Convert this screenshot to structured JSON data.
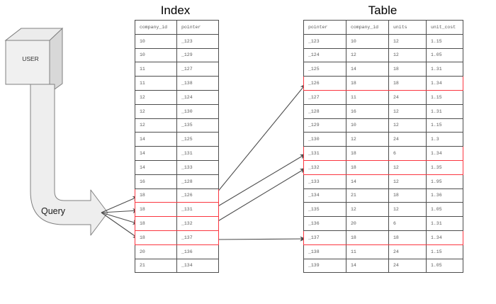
{
  "diagram": {
    "actor": {
      "label": "USER",
      "shape": "cube-icon"
    },
    "query": {
      "label": "Query",
      "shape": "bent-block-arrow-icon"
    }
  },
  "index": {
    "title": "Index",
    "columns": [
      "company_id",
      "pointer"
    ],
    "rows": [
      {
        "company_id": "10",
        "pointer": "_123",
        "highlight": false
      },
      {
        "company_id": "10",
        "pointer": "_129",
        "highlight": false
      },
      {
        "company_id": "11",
        "pointer": "_127",
        "highlight": false
      },
      {
        "company_id": "11",
        "pointer": "_138",
        "highlight": false
      },
      {
        "company_id": "12",
        "pointer": "_124",
        "highlight": false
      },
      {
        "company_id": "12",
        "pointer": "_130",
        "highlight": false
      },
      {
        "company_id": "12",
        "pointer": "_135",
        "highlight": false
      },
      {
        "company_id": "14",
        "pointer": "_125",
        "highlight": false
      },
      {
        "company_id": "14",
        "pointer": "_131",
        "highlight": false
      },
      {
        "company_id": "14",
        "pointer": "_133",
        "highlight": false
      },
      {
        "company_id": "16",
        "pointer": "_128",
        "highlight": false
      },
      {
        "company_id": "18",
        "pointer": "_126",
        "highlight": true
      },
      {
        "company_id": "18",
        "pointer": "_131",
        "highlight": true
      },
      {
        "company_id": "18",
        "pointer": "_132",
        "highlight": true
      },
      {
        "company_id": "18",
        "pointer": "_137",
        "highlight": true
      },
      {
        "company_id": "20",
        "pointer": "_136",
        "highlight": false
      },
      {
        "company_id": "21",
        "pointer": "_134",
        "highlight": false
      }
    ]
  },
  "table": {
    "title": "Table",
    "columns": [
      "pointer",
      "company_id",
      "units",
      "unit_cost"
    ],
    "rows": [
      {
        "pointer": "_123",
        "company_id": "10",
        "units": "12",
        "unit_cost": "1.15",
        "highlight": false
      },
      {
        "pointer": "_124",
        "company_id": "12",
        "units": "12",
        "unit_cost": "1.05",
        "highlight": false
      },
      {
        "pointer": "_125",
        "company_id": "14",
        "units": "18",
        "unit_cost": "1.31",
        "highlight": false
      },
      {
        "pointer": "_126",
        "company_id": "18",
        "units": "18",
        "unit_cost": "1.34",
        "highlight": true
      },
      {
        "pointer": "_127",
        "company_id": "11",
        "units": "24",
        "unit_cost": "1.15",
        "highlight": false
      },
      {
        "pointer": "_128",
        "company_id": "16",
        "units": "12",
        "unit_cost": "1.31",
        "highlight": false
      },
      {
        "pointer": "_129",
        "company_id": "10",
        "units": "12",
        "unit_cost": "1.15",
        "highlight": false
      },
      {
        "pointer": "_130",
        "company_id": "12",
        "units": "24",
        "unit_cost": "1.3",
        "highlight": false
      },
      {
        "pointer": "_131",
        "company_id": "18",
        "units": "6",
        "unit_cost": "1.34",
        "highlight": true
      },
      {
        "pointer": "_132",
        "company_id": "18",
        "units": "12",
        "unit_cost": "1.35",
        "highlight": true
      },
      {
        "pointer": "_133",
        "company_id": "14",
        "units": "12",
        "unit_cost": "1.95",
        "highlight": false
      },
      {
        "pointer": "_134",
        "company_id": "21",
        "units": "18",
        "unit_cost": "1.36",
        "highlight": false
      },
      {
        "pointer": "_135",
        "company_id": "12",
        "units": "12",
        "unit_cost": "1.05",
        "highlight": false
      },
      {
        "pointer": "_136",
        "company_id": "20",
        "units": "6",
        "unit_cost": "1.31",
        "highlight": false
      },
      {
        "pointer": "_137",
        "company_id": "18",
        "units": "18",
        "unit_cost": "1.34",
        "highlight": true
      },
      {
        "pointer": "_138",
        "company_id": "11",
        "units": "24",
        "unit_cost": "1.15",
        "highlight": false
      },
      {
        "pointer": "_139",
        "company_id": "14",
        "units": "24",
        "unit_cost": "1.05",
        "highlight": false
      }
    ]
  },
  "colors": {
    "highlight": "#fb3640",
    "grid_line": "#4d4d4d",
    "shape_fill": "#eeeeee",
    "shape_stroke": "#808080",
    "arrow": "#4d4d4d",
    "text": "#5a5a5a"
  }
}
